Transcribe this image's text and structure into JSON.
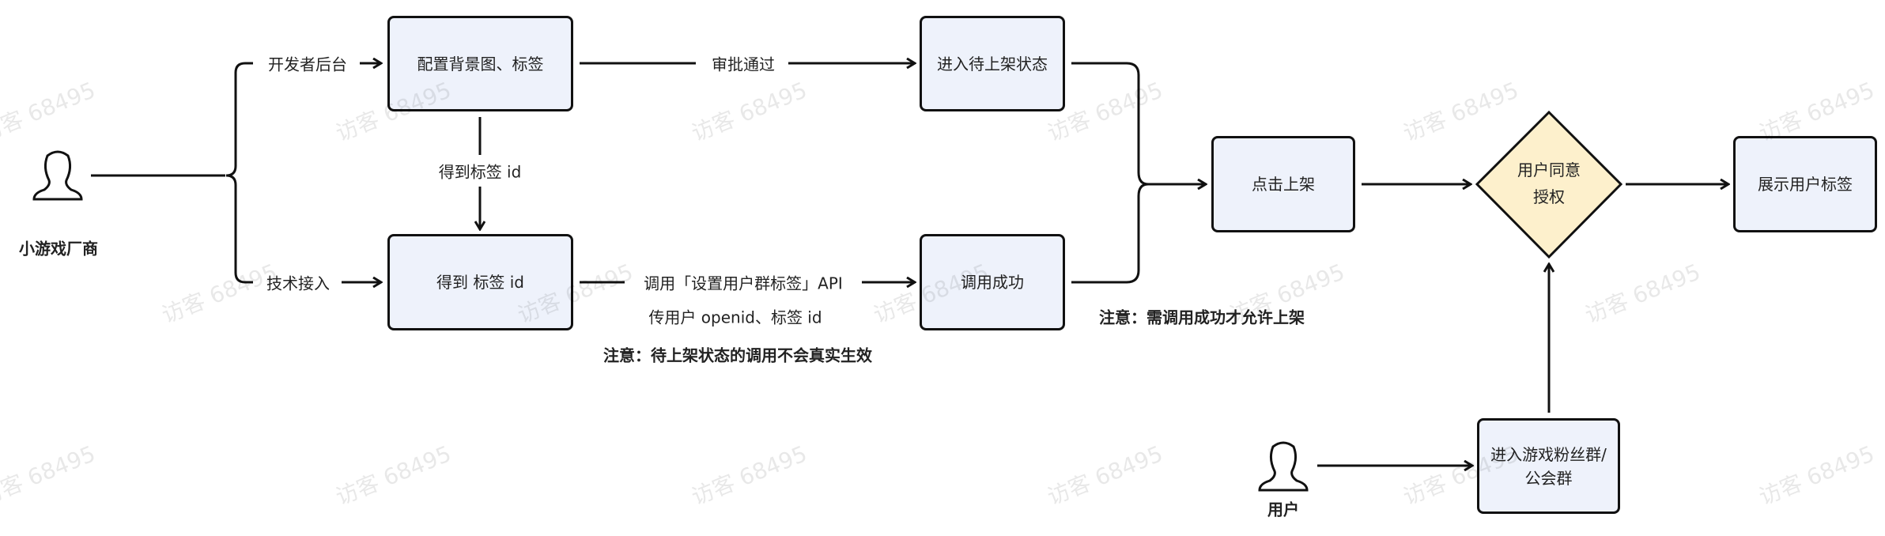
{
  "actors": {
    "developer": "小游戏厂商",
    "user": "用户"
  },
  "edges": {
    "dev_console": "开发者后台",
    "tech_integration": "技术接入",
    "get_tag_id": "得到标签 id",
    "approved": "审批通过",
    "call_api": "调用「设置用户群标签」API",
    "pass_params": "传用户 openid、标签 id"
  },
  "nodes": {
    "configure": "配置背景图、标签",
    "got_tag_id": "得到 标签 id",
    "pending": "进入待上架状态",
    "call_success": "调用成功",
    "publish": "点击上架",
    "consent": "用户同意授权",
    "consent_line1": "用户同意",
    "consent_line2": "授权",
    "show_tag": "展示用户标签",
    "enter_group_line1": "进入游戏粉丝群/",
    "enter_group_line2": "公会群"
  },
  "notes": {
    "pending_note": "注意：待上架状态的调用不会真实生效",
    "success_note": "注意：需调用成功才允许上架"
  },
  "watermark": "访客 68495",
  "colors": {
    "box_fill": "#eef2fb",
    "diamond_fill": "#fdf0cc",
    "stroke": "#111111"
  }
}
